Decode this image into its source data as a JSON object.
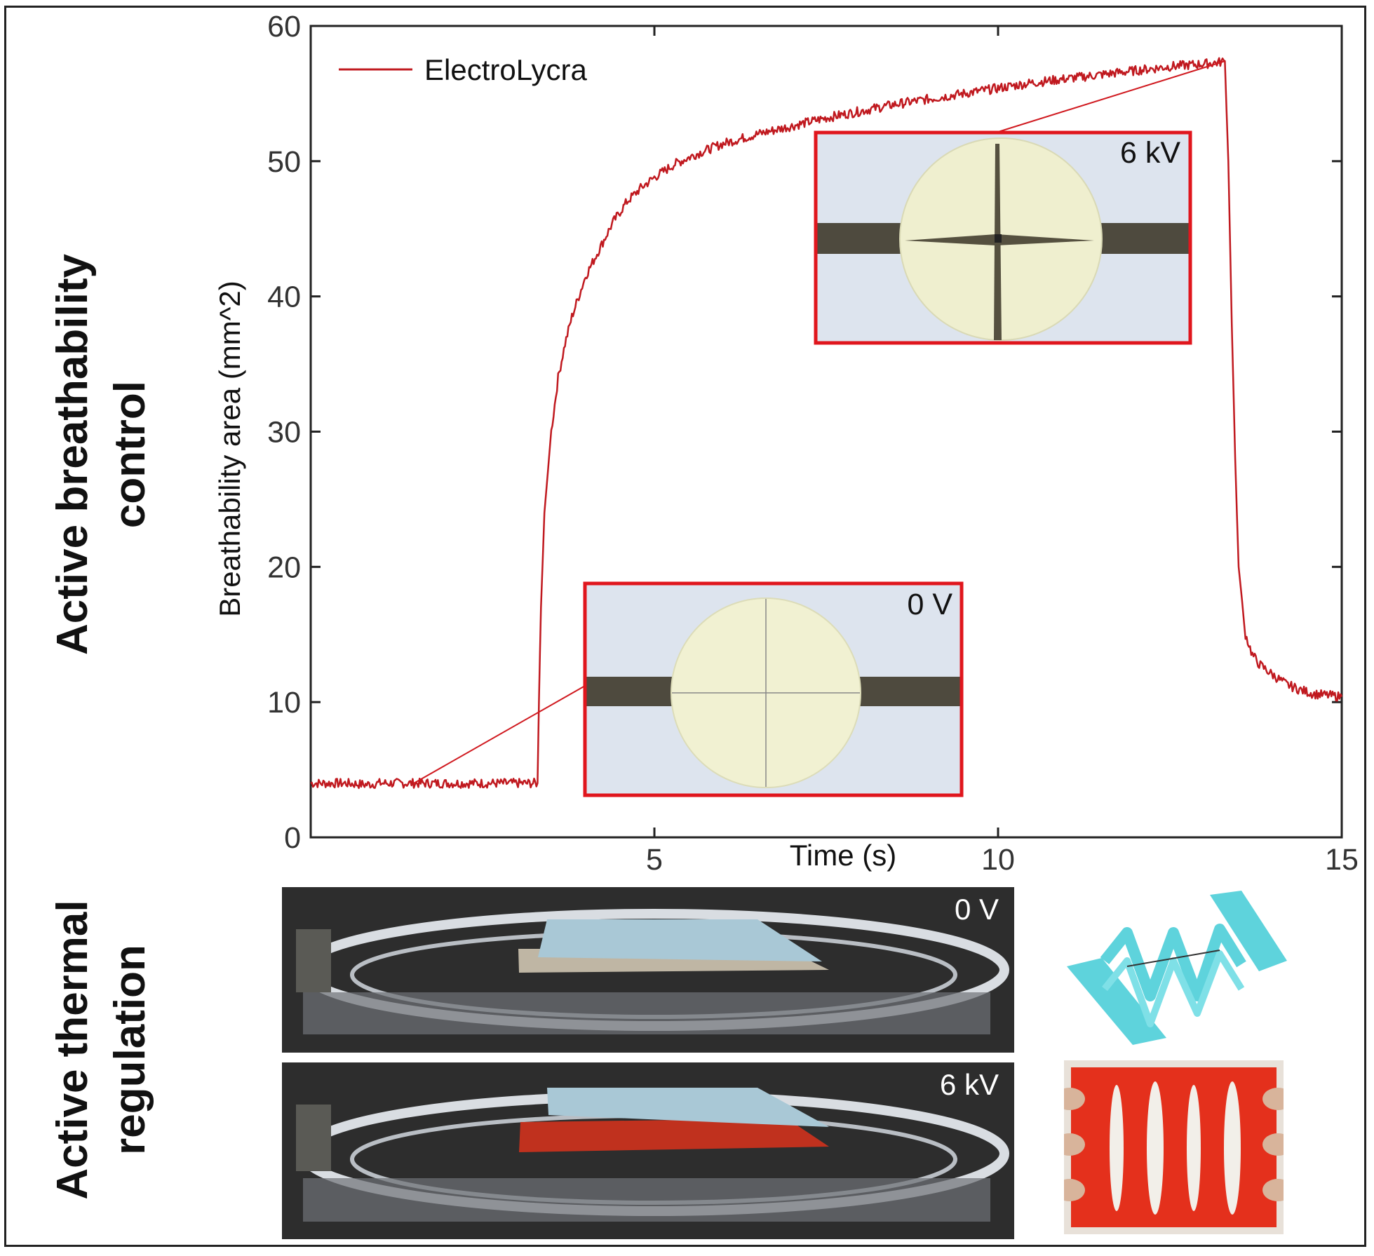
{
  "side_labels": {
    "top": [
      "Active breathability",
      "control"
    ],
    "bottom": [
      "Active thermal",
      "regulation"
    ]
  },
  "chart_data": {
    "type": "line",
    "xlabel": "Time (s)",
    "ylabel": "Breathability area (mm^2)",
    "xlim": [
      0,
      15
    ],
    "ylim": [
      0,
      60
    ],
    "xticks": [
      5,
      10,
      15
    ],
    "yticks": [
      0,
      10,
      20,
      30,
      40,
      50,
      60
    ],
    "grid": false,
    "legend_position": "top-left",
    "series": [
      {
        "name": "ElectroLycra",
        "color": "#c0191f",
        "x": [
          0,
          0.5,
          0.8,
          1.0,
          1.5,
          2.0,
          2.5,
          3.0,
          3.3,
          3.32,
          3.35,
          3.4,
          3.5,
          3.6,
          3.7,
          3.8,
          3.9,
          4.0,
          4.2,
          4.4,
          4.6,
          4.8,
          5.0,
          5.3,
          5.6,
          6.0,
          6.5,
          7.0,
          7.5,
          8.0,
          8.5,
          9.0,
          9.5,
          10.0,
          10.5,
          11.0,
          11.5,
          12.0,
          12.5,
          13.0,
          13.2,
          13.3,
          13.35,
          13.4,
          13.45,
          13.5,
          13.6,
          13.7,
          13.8,
          14.0,
          14.2,
          14.4,
          14.6,
          14.8,
          15.0
        ],
        "y": [
          4.0,
          4.0,
          3.9,
          4.0,
          4.0,
          4.0,
          4.0,
          4.0,
          4.0,
          10.0,
          17.0,
          24.0,
          30.0,
          34.0,
          36.5,
          38.5,
          40.0,
          41.5,
          43.5,
          45.5,
          47.0,
          48.0,
          48.8,
          49.8,
          50.5,
          51.3,
          52.0,
          52.6,
          53.2,
          53.7,
          54.2,
          54.6,
          55.0,
          55.4,
          55.8,
          56.1,
          56.4,
          56.7,
          57.0,
          57.2,
          57.3,
          57.4,
          50.0,
          38.0,
          28.0,
          20.0,
          15.0,
          13.5,
          12.8,
          12.0,
          11.3,
          10.9,
          10.6,
          10.5,
          10.4
        ]
      }
    ],
    "annotations": [
      {
        "text": "6 kV",
        "attach": [
          13.3,
          57.4
        ]
      },
      {
        "text": "0 V",
        "attach": [
          1.5,
          4.0
        ]
      }
    ]
  },
  "photos": {
    "thermal_0v_label": "0 V",
    "thermal_6kv_label": "6 kV"
  },
  "colors": {
    "line": "#c0191f",
    "inset_border": "#e0161d",
    "photo_background": "#3a3a3a",
    "cyan_structure": "#5ed3dc",
    "red_textile": "#e4301c"
  }
}
